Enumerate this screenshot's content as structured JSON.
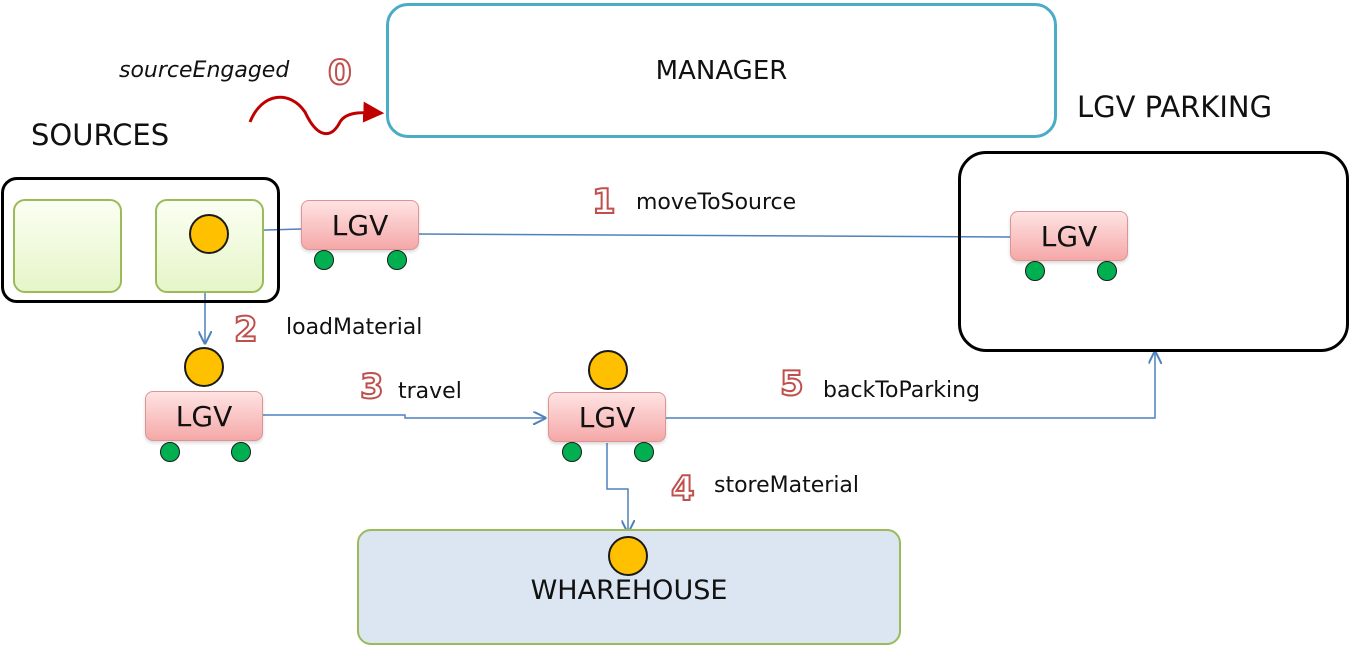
{
  "manager": {
    "label": "MANAGER"
  },
  "sources": {
    "label": "SOURCES"
  },
  "parking": {
    "label": "LGV PARKING"
  },
  "warehouse": {
    "label": "WHAREHOUSE"
  },
  "vehicles": {
    "lgv_label": "LGV"
  },
  "event": {
    "number": "0",
    "label": "sourceEngaged"
  },
  "steps": [
    {
      "number": "1",
      "label": "moveToSource"
    },
    {
      "number": "2",
      "label": "loadMaterial"
    },
    {
      "number": "3",
      "label": "travel"
    },
    {
      "number": "4",
      "label": "storeMaterial"
    },
    {
      "number": "5",
      "label": "backToParking"
    }
  ],
  "colors": {
    "manager_border": "#4bacc6",
    "lgv_fill": "#f5a8a8",
    "wheel": "#00b050",
    "material": "#ffc000",
    "source_slot": "#e6f5c9",
    "warehouse_fill": "#dce6f2",
    "arrow": "#4f81bd",
    "event_curve": "#c00000",
    "step_number": "#c0504d"
  }
}
